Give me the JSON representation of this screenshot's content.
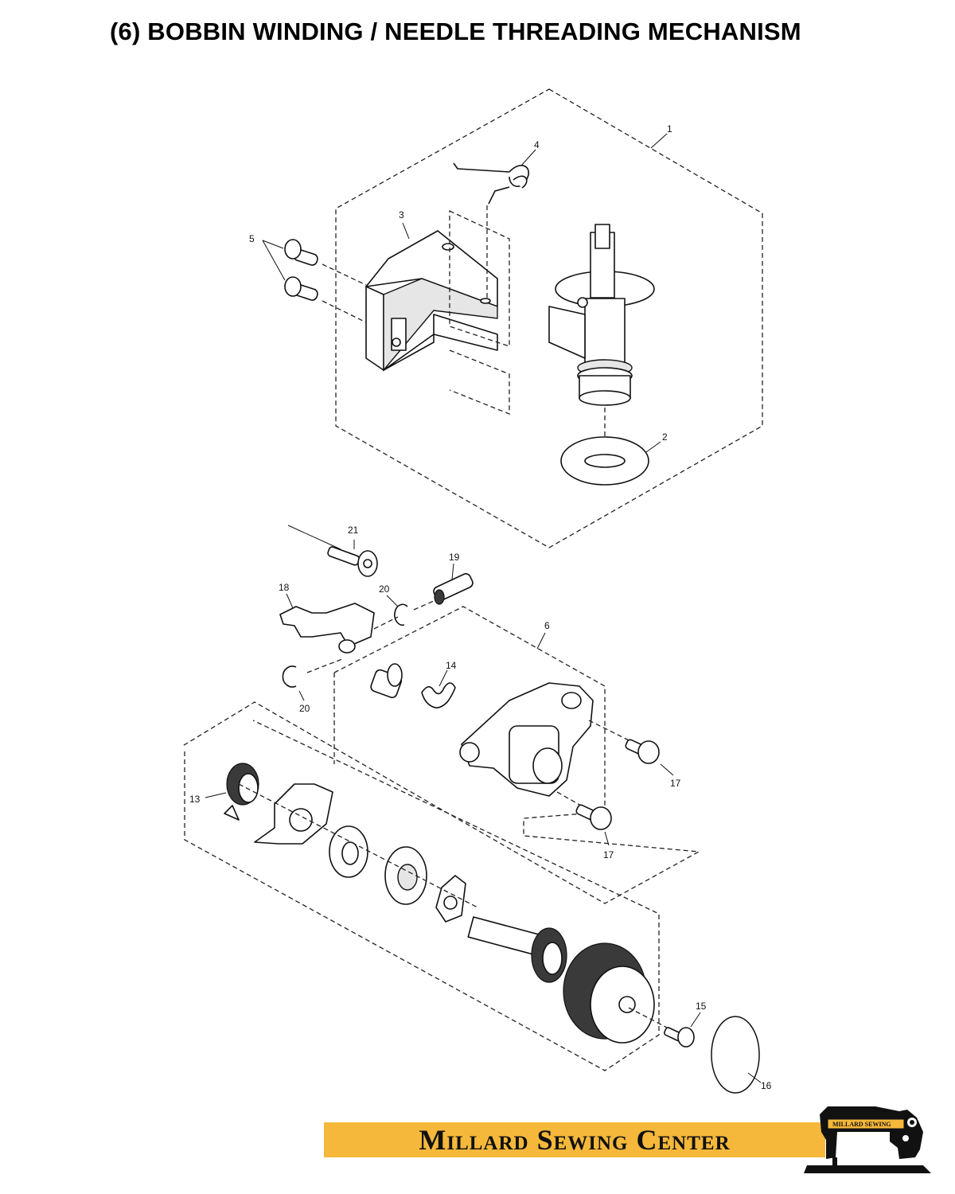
{
  "title": "(6) BOBBIN WINDING / NEEDLE THREADING MECHANISM",
  "callouts": {
    "c1": "1",
    "c2": "2",
    "c3": "3",
    "c4": "4",
    "c5": "5",
    "c6": "6",
    "c13": "13",
    "c14": "14",
    "c15": "15",
    "c16": "16",
    "c17a": "17",
    "c17b": "17",
    "c18": "18",
    "c19": "19",
    "c20a": "20",
    "c20b": "20",
    "c21": "21"
  },
  "banner": {
    "text": "Millard Sewing Center",
    "color": "#f5b83a"
  },
  "logo": {
    "label": "MILLARD SEWING",
    "icon": "sewing-machine-icon"
  }
}
